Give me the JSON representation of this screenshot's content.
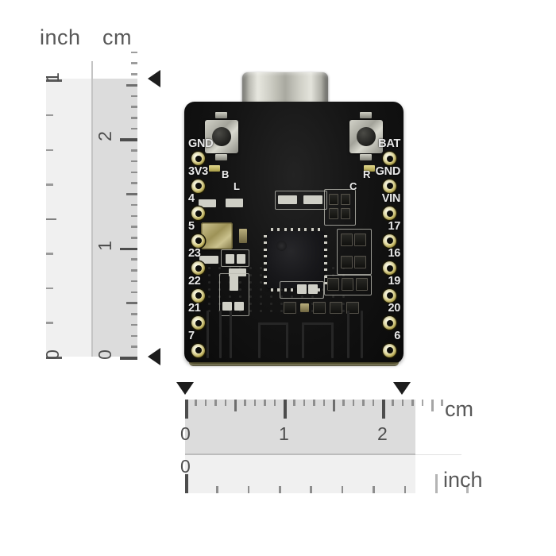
{
  "page": {
    "background": "#ffffff",
    "description": "Product dimension photo of an ESP32-C3 style development board measured against cm and inch rulers"
  },
  "vertical_ruler": {
    "orientation": "vertical",
    "caption_inch": "inch",
    "caption_cm": "cm",
    "inch_scale": {
      "unit": "inch",
      "labels": [
        "0",
        "1"
      ],
      "min": 0,
      "max": 1.45,
      "tick_interval": 0.125,
      "band_color": "#f0f0f0"
    },
    "cm_scale": {
      "unit": "cm",
      "labels": [
        "0",
        "1",
        "2"
      ],
      "min": 0,
      "max": 2.8,
      "tick_interval": 0.1,
      "band_color": "#dcdcdc"
    },
    "markers": [
      {
        "name": "board-top-marker",
        "value_cm": 2.55,
        "shape": "triangle-left"
      },
      {
        "name": "board-bottom-marker",
        "value_cm": 0.0,
        "shape": "triangle-left"
      }
    ]
  },
  "horizontal_ruler": {
    "orientation": "horizontal",
    "caption_cm": "cm",
    "caption_inch": "inch",
    "cm_scale": {
      "unit": "cm",
      "labels": [
        "0",
        "1",
        "2"
      ],
      "min": 0,
      "max": 2.55,
      "tick_interval": 0.1,
      "band_color": "#dcdcdc"
    },
    "inch_scale": {
      "unit": "inch",
      "labels": [
        "0"
      ],
      "min": 0,
      "max": 1.0,
      "tick_interval": 0.125,
      "band_color": "#f0f0f0"
    },
    "markers": [
      {
        "name": "board-left-marker",
        "value_cm": 0.0,
        "shape": "triangle-down"
      },
      {
        "name": "board-right-marker",
        "value_cm": 2.2,
        "shape": "triangle-down"
      }
    ]
  },
  "board": {
    "name": "development-board",
    "silkscreen_color": "#e9e9e9",
    "pcb_color": "#121212",
    "left_pins": [
      {
        "label": "GND"
      },
      {
        "label": "3V3"
      },
      {
        "label": "4"
      },
      {
        "label": "5"
      },
      {
        "label": "23"
      },
      {
        "label": "22"
      },
      {
        "label": "21"
      },
      {
        "label": "7"
      }
    ],
    "right_pins": [
      {
        "label": "BAT"
      },
      {
        "label": "GND"
      },
      {
        "label": "VIN"
      },
      {
        "label": "17"
      },
      {
        "label": "16"
      },
      {
        "label": "19"
      },
      {
        "label": "20"
      },
      {
        "label": "6"
      }
    ],
    "silkscreen_marks": [
      {
        "label": "B",
        "meaning": "boot-button-marker"
      },
      {
        "label": "L",
        "meaning": "led-marker"
      },
      {
        "label": "C",
        "meaning": "charge-led-marker"
      },
      {
        "label": "R",
        "meaning": "reset-button-marker"
      }
    ],
    "components": [
      {
        "name": "usb-c-connector",
        "type": "connector"
      },
      {
        "name": "boot-button",
        "type": "tactile-switch"
      },
      {
        "name": "reset-button",
        "type": "tactile-switch"
      },
      {
        "name": "main-mcu",
        "type": "qfn-package"
      },
      {
        "name": "crystal-oscillator",
        "type": "can"
      },
      {
        "name": "pcb-antenna",
        "type": "trace-antenna"
      }
    ]
  }
}
